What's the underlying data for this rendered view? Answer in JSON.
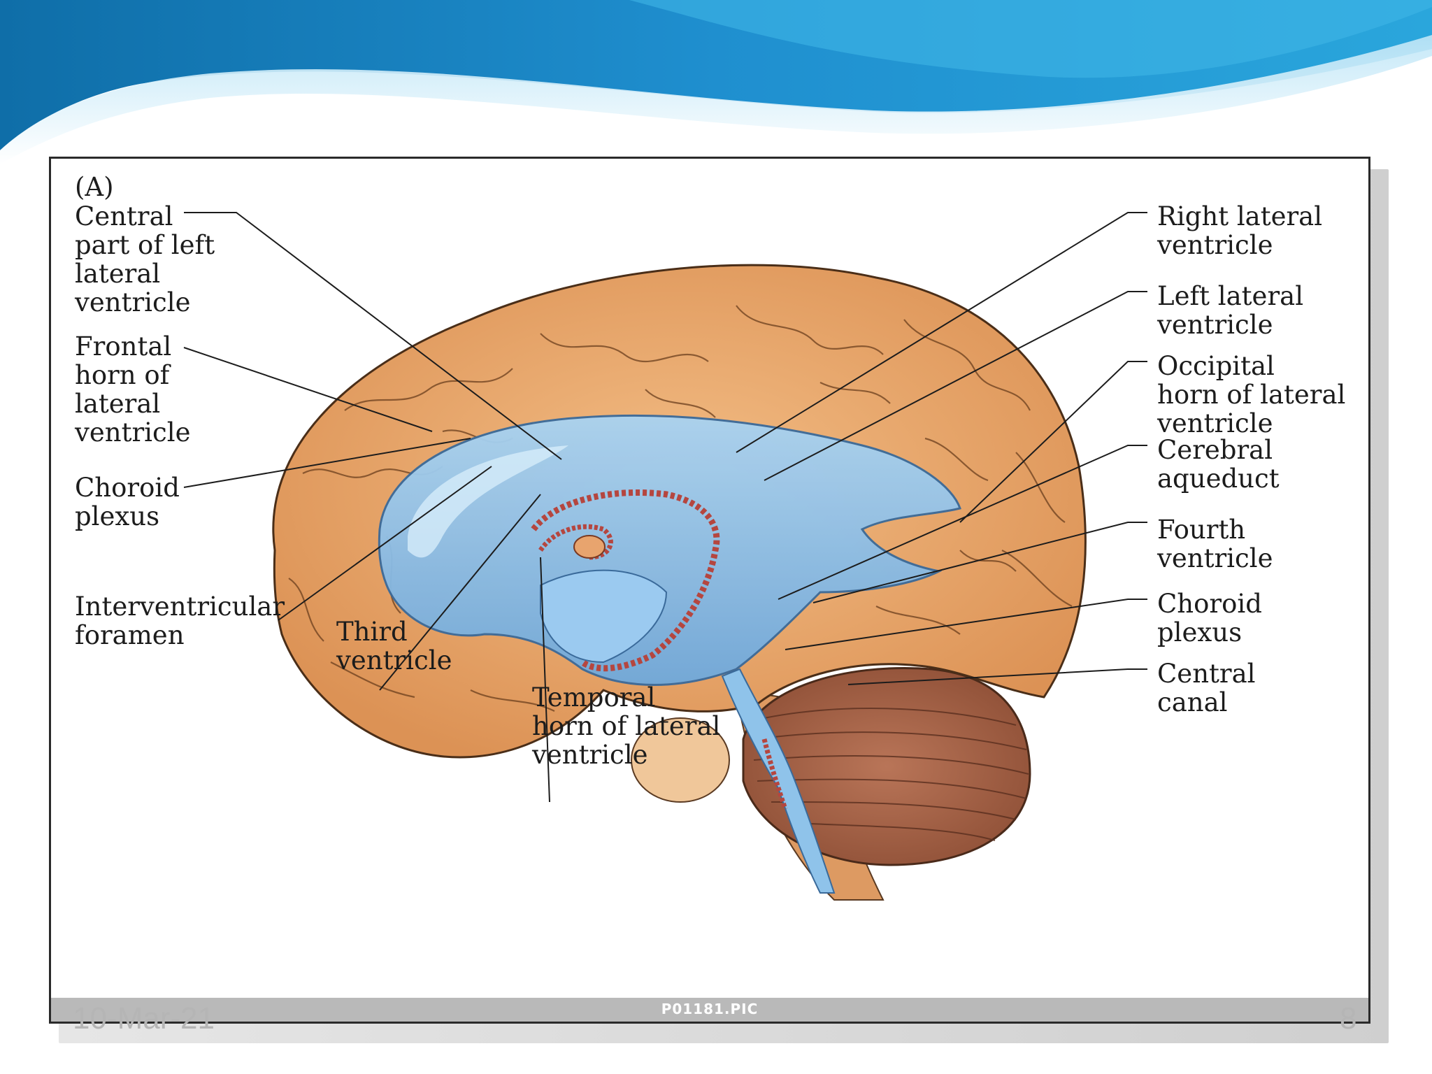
{
  "figure": {
    "panel_label": "(A)",
    "image_code": "P01181.PIC",
    "labels": {
      "central_part_left_lateral": "Central\npart of left\nlateral\nventricle",
      "frontal_horn": "Frontal\nhorn of\nlateral\nventricle",
      "choroid_plexus_left": "Choroid\nplexus",
      "interventricular_foramen": "Interventricular\nforamen",
      "third_ventricle": "Third\nventricle",
      "temporal_horn": "Temporal\nhorn of lateral\nventricle",
      "right_lateral_ventricle": "Right lateral\nventricle",
      "left_lateral_ventricle": "Left lateral\nventricle",
      "occipital_horn": "Occipital\nhorn of lateral\nventricle",
      "cerebral_aqueduct": "Cerebral\naqueduct",
      "fourth_ventricle": "Fourth\nventricle",
      "choroid_plexus_right": "Choroid\nplexus",
      "central_canal": "Central\ncanal"
    }
  },
  "footer": {
    "date": "10-Mar-21",
    "slide_number": "8"
  },
  "colors": {
    "brain_tissue": "#e9a56a",
    "ventricles": "#8fc3ea",
    "choroid": "#b5463f",
    "cerebellum": "#a8654a",
    "banner_blue": "#1f8fcf"
  }
}
